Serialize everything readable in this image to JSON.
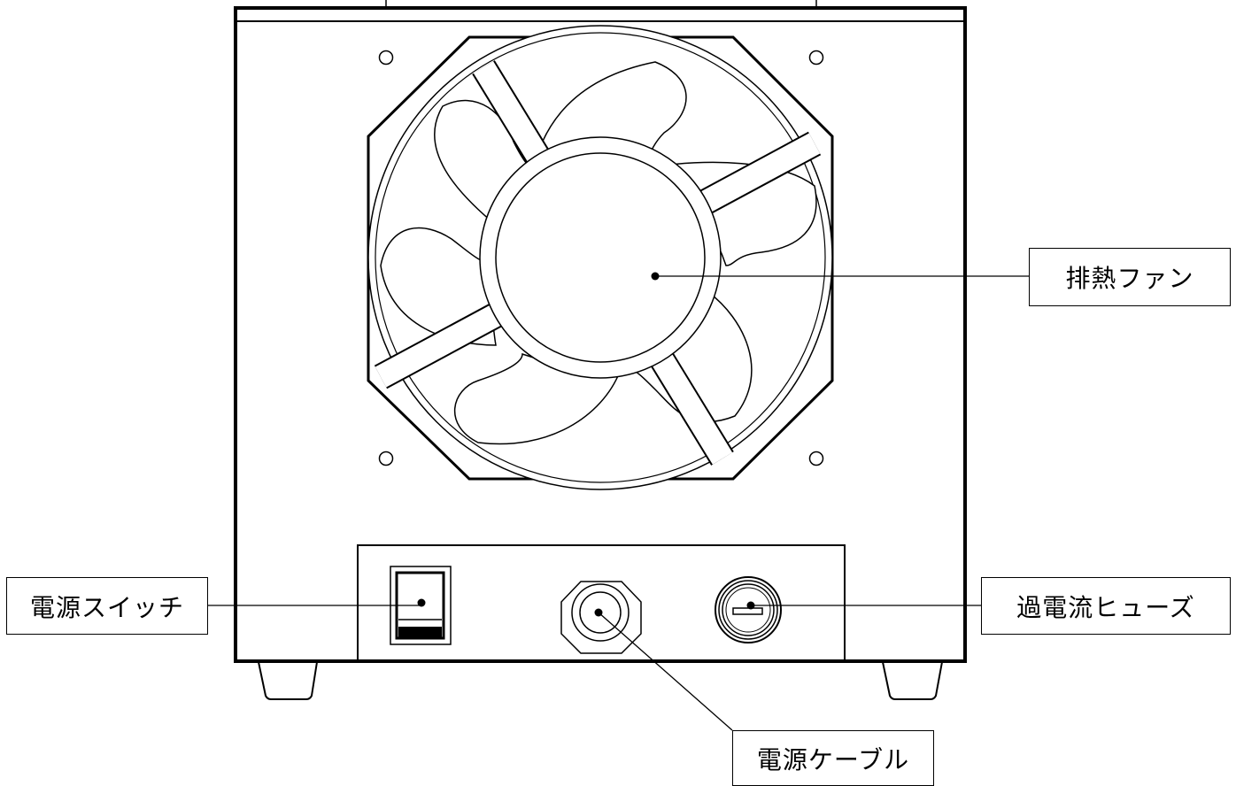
{
  "labels": {
    "exhaust_fan": "排熱ファン",
    "power_switch": "電源スイッチ",
    "overcurrent_fuse": "過電流ヒューズ",
    "power_cable": "電源ケーブル"
  },
  "colors": {
    "line": "#000000",
    "background": "#ffffff",
    "switch_dark": "#000000"
  }
}
